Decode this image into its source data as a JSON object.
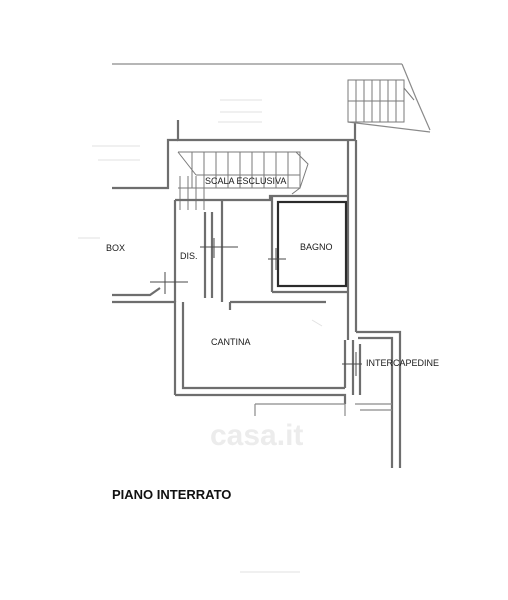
{
  "rooms": {
    "box": "BOX",
    "scala": "SCALA ESCLUSIVA",
    "dis": "DIS.",
    "bagno": "BAGNO",
    "cantina": "CANTINA",
    "intercapedine": "INTERCAPEDINE"
  },
  "plan_title": "PIANO INTERRATO",
  "watermark": "casa.it"
}
